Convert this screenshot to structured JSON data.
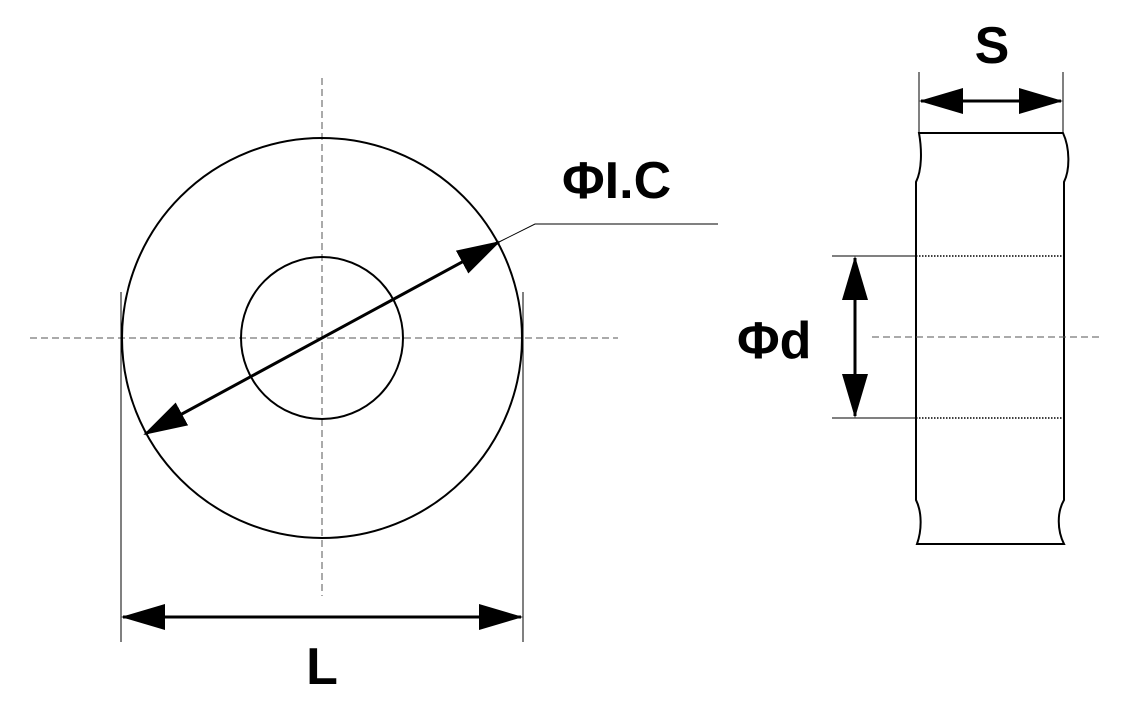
{
  "labels": {
    "diameter_ic": "ΦI.C",
    "length": "L",
    "thickness": "S",
    "bore_diameter": "Φd"
  },
  "colors": {
    "line": "#000000",
    "background": "#ffffff"
  }
}
